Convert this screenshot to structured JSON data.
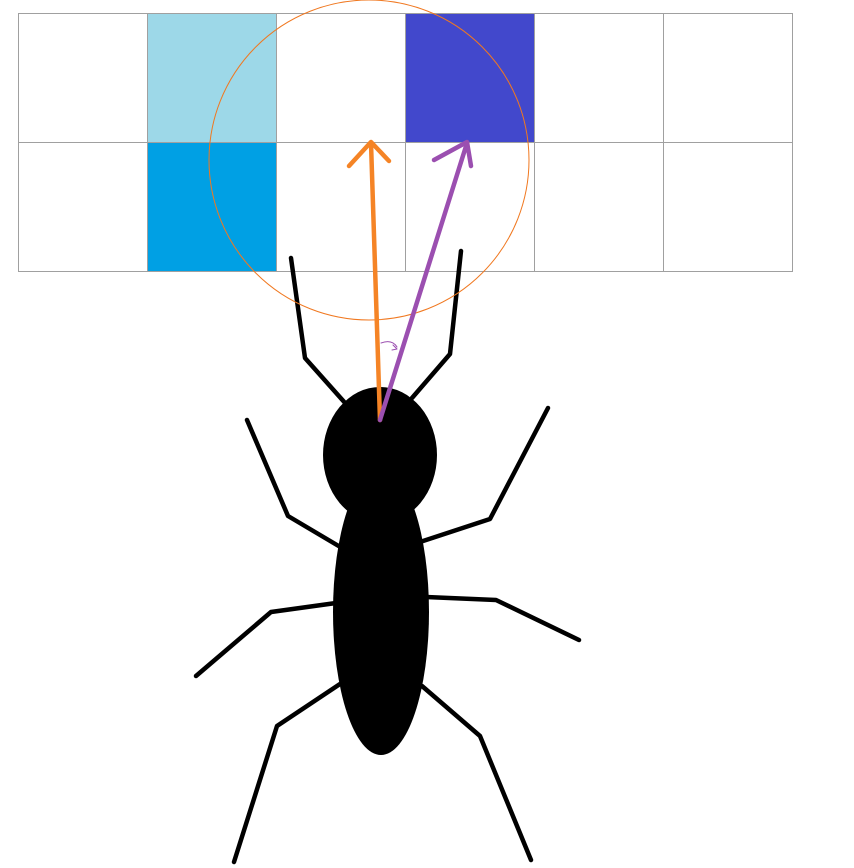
{
  "grid": {
    "rows": 2,
    "cols": 6,
    "cells": [
      {
        "row": 0,
        "col": 1,
        "color": "#9dd8e8"
      },
      {
        "row": 0,
        "col": 3,
        "color": "#4248cc"
      },
      {
        "row": 1,
        "col": 1,
        "color": "#00a0e4"
      }
    ],
    "line_color": "#a0a0a0"
  },
  "sensing_circle": {
    "color": "#f07820"
  },
  "arrows": [
    {
      "name": "orange-heading-arrow",
      "color": "#f58426"
    },
    {
      "name": "purple-target-arrow",
      "color": "#9b4fb0"
    }
  ],
  "ant": {
    "color": "#000000"
  }
}
